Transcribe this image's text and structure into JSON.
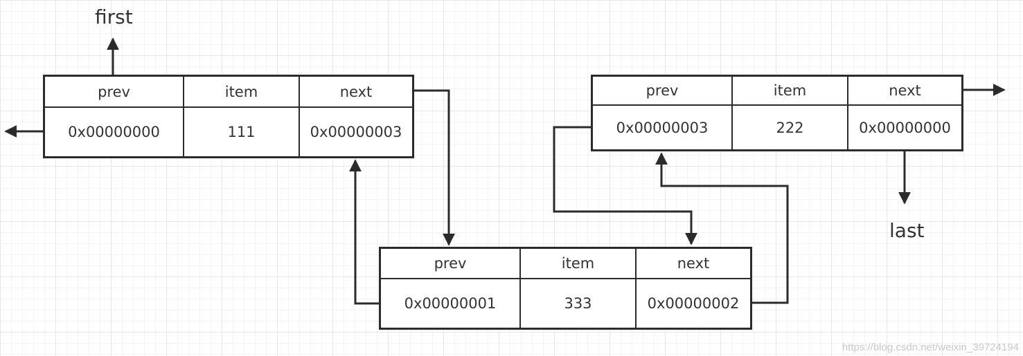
{
  "labels": {
    "first": "first",
    "last": "last"
  },
  "nodes": [
    {
      "prev_header": "prev",
      "item_header": "item",
      "next_header": "next",
      "prev": "0x00000000",
      "item": "111",
      "next": "0x00000003"
    },
    {
      "prev_header": "prev",
      "item_header": "item",
      "next_header": "next",
      "prev": "0x00000003",
      "item": "222",
      "next": "0x00000000"
    },
    {
      "prev_header": "prev",
      "item_header": "item",
      "next_header": "next",
      "prev": "0x00000001",
      "item": "333",
      "next": "0x00000002"
    }
  ],
  "watermark": "https://blog.csdn.net/weixin_39724194"
}
